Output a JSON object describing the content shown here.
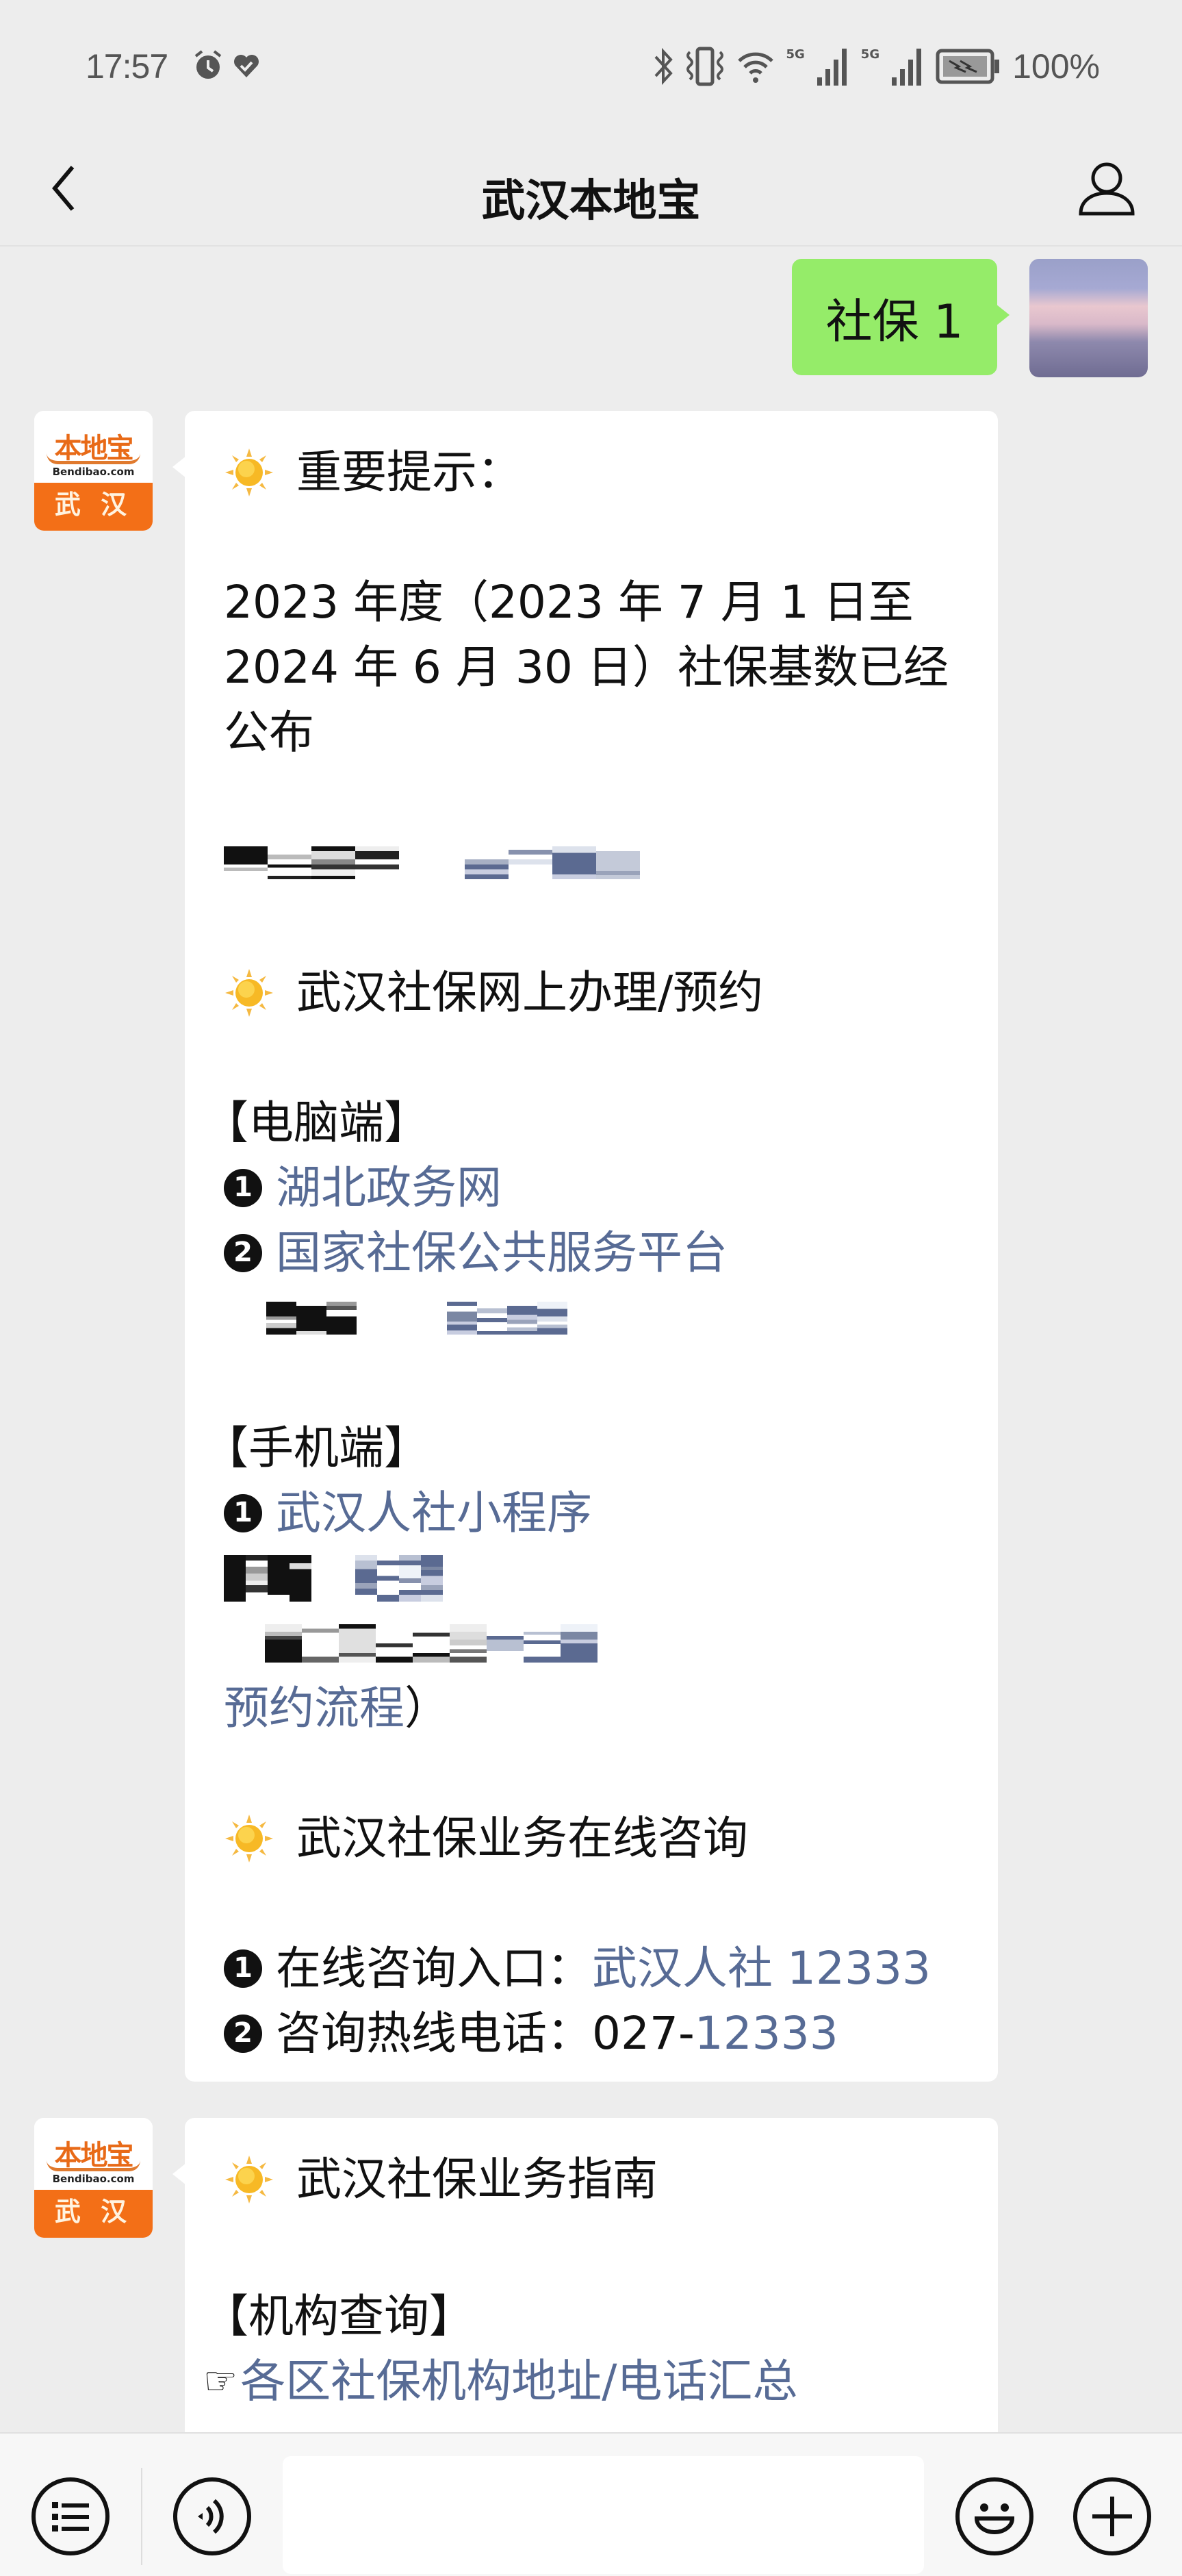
{
  "status_bar": {
    "time": "17:57",
    "left_icons": [
      "alarm-icon",
      "heart-check-icon"
    ],
    "right_icons": [
      "bluetooth-icon",
      "vibrate-icon",
      "wifi-icon",
      "signal-5g-1-icon",
      "signal-5g-2-icon",
      "battery-charging-icon"
    ],
    "network_label_1": "5G",
    "network_label_2": "5G",
    "battery_percent": "100%"
  },
  "header": {
    "title": "武汉本地宝",
    "back_icon": "chevron-left-icon",
    "profile_icon": "person-icon"
  },
  "messages": [
    {
      "sender": "user",
      "text": "社保 1"
    },
    {
      "sender": "bot",
      "avatar": {
        "brand": "本地宝",
        "domain": "Bendibao.com",
        "city": "武 汉"
      },
      "important_title": "重要提示：",
      "notice_line1": "2023 年度（2023 年 7 月 1 日至",
      "notice_line2": "2024 年 6 月 30 日）社保基数已经",
      "notice_line3": "公布",
      "online_title": "武汉社保网上办理/预约",
      "pc_heading": "【电脑端】",
      "pc_link1": "湖北政务网",
      "pc_link2": "国家社保公共服务平台",
      "mobile_heading": "【手机端】",
      "mobile_link1": "武汉人社小程序",
      "mobile_link_tail": "预约流程",
      "mobile_tail_paren": "）",
      "consult_title": "武汉社保业务在线咨询",
      "consult_entry_label": "在线咨询入口：",
      "consult_entry_link": "武汉人社 12333",
      "hotline_label": "咨询热线电话：",
      "hotline_prefix": "027-",
      "hotline_number": "12333",
      "badge1": "1",
      "badge2": "2"
    },
    {
      "sender": "bot",
      "avatar": {
        "brand": "本地宝",
        "domain": "Bendibao.com",
        "city": "武 汉"
      },
      "guide_title": "武汉社保业务指南",
      "org_heading": "【机构查询】",
      "org_link": "各区社保机构地址/电话汇总"
    }
  ],
  "bottom_bar": {
    "menu_icon": "list-menu-icon",
    "voice_icon": "voice-icon",
    "input_value": "",
    "emoji_icon": "emoji-icon",
    "plus_icon": "plus-icon"
  },
  "colors": {
    "background": "#ededed",
    "user_bubble": "#95ec69",
    "link": "#576b95",
    "brand_orange": "#f36f17"
  }
}
